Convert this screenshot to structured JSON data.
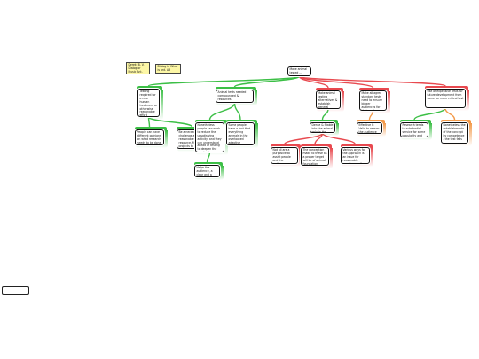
{
  "colors": {
    "pro": "#3cbf46",
    "con": "#e8494f",
    "neutral": "#f39a4a",
    "note_bg": "#fdf7a6"
  },
  "notes": [
    {
      "id": "note-1",
      "text": "Derek, B. V. Dialog or Music Ant. Stag Lorem Consectus #2345"
    },
    {
      "id": "note-2",
      "text": "Dialog in What is ant. A3"
    }
  ],
  "nodes": [
    {
      "id": "root",
      "kind": "root",
      "text": "Make animal tested ..."
    },
    {
      "id": "n1",
      "kind": "pro",
      "parent": "root",
      "text": "Testing required for a new human treatment or otherwise reasonable effort"
    },
    {
      "id": "n2",
      "kind": "pro",
      "parent": "root",
      "text": "Animal tests needed compounded & resources"
    },
    {
      "id": "n3",
      "kind": "con",
      "parent": "root",
      "text": "Make animal testing alternatives & establish general guidance"
    },
    {
      "id": "n4",
      "kind": "con",
      "parent": "root",
      "text": "Make all agree standard tests need to ensure bigger audiences for their work"
    },
    {
      "id": "n5",
      "kind": "con",
      "parent": "root",
      "text": "Use of expensive tests for future development from some for more critical test"
    },
    {
      "id": "n1a",
      "kind": "pro",
      "parent": "n1",
      "text": "People can have different opinions on what research needs to be done"
    },
    {
      "id": "n1b",
      "kind": "pro",
      "parent": "n1",
      "text": "Be a necessary challenge and reasonable resource. Many projects to animal research needs this"
    },
    {
      "id": "n2a",
      "kind": "pro",
      "parent": "n2",
      "text": "Nonetheless people can work to reduce the unsatisfying activity, and they can understand ahead of testing to deepen the required practices"
    },
    {
      "id": "n2b",
      "kind": "pro",
      "parent": "n2",
      "text": "Some people have a fact that everything animals in the overlooked adaptive resources of the"
    },
    {
      "id": "n2a1",
      "kind": "pro",
      "parent": "n2a",
      "text": "Helps the audience, a clear and a good ground on"
    },
    {
      "id": "n3a",
      "kind": "pro",
      "parent": "n3",
      "text": "Dense & Stable into the animal only in the audience"
    },
    {
      "id": "n3a1",
      "kind": "con",
      "parent": "n3a",
      "text": "Not all are a purposive to assist people and the audience"
    },
    {
      "id": "n3a2",
      "kind": "con",
      "parent": "n3a",
      "text": "The conception made to these as a proper target will be of animal foundation"
    },
    {
      "id": "n3a3",
      "kind": "con",
      "parent": "n3a",
      "text": "Various ways for the approach is an issue for reasonable meetings to the audience"
    },
    {
      "id": "n4a",
      "kind": "neutral",
      "parent": "n4",
      "text": "Effective & Valid to reason the audience to animal testing"
    },
    {
      "id": "n5a",
      "kind": "pro",
      "parent": "n5",
      "text": "Research tends to substantial service for some popularity and established"
    },
    {
      "id": "n5b",
      "kind": "neutral",
      "parent": "n5",
      "text": "Nonetheless the establishments of the concept by competence - the test fails"
    }
  ]
}
